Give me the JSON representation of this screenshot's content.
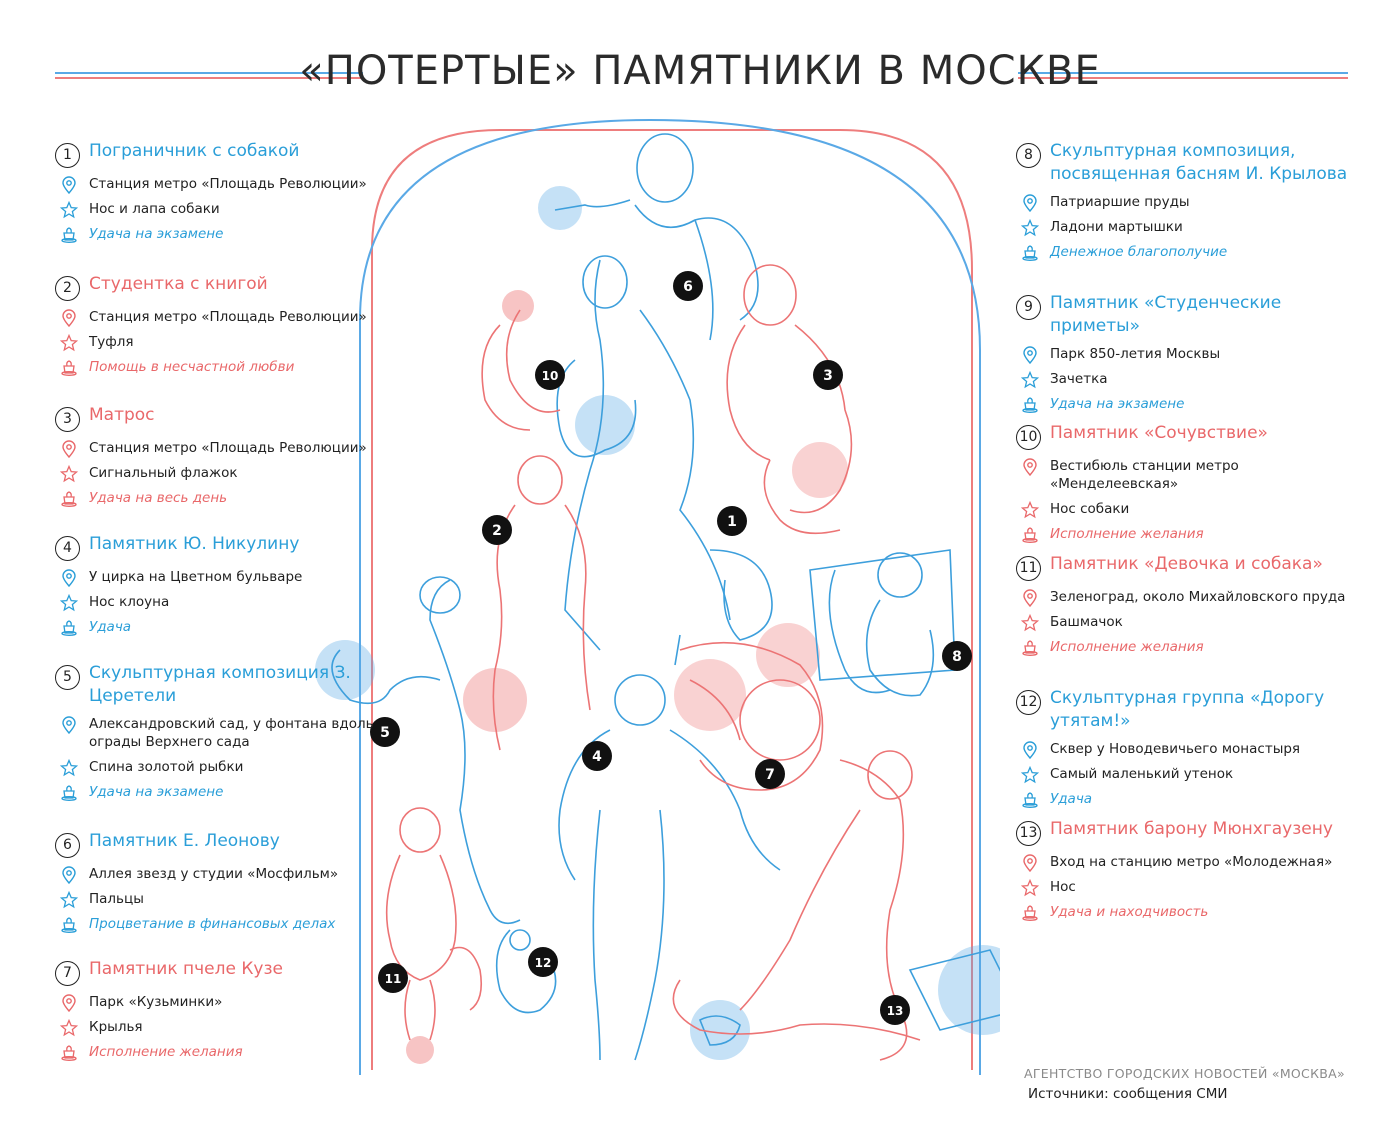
{
  "title": "«ПОТЕРТЫЕ» ПАМЯТНИКИ В МОСКВЕ",
  "colors": {
    "blue": "#2a9ed8",
    "red": "#e9686a",
    "text": "#222222",
    "muted": "#8a8a8a"
  },
  "icons": {
    "location": "map-pin-icon",
    "touch": "star-icon",
    "wish": "magic-hat-icon"
  },
  "entries": [
    {
      "num": "1",
      "name": "Пограничник с собакой",
      "place": "Станция метро «Площадь Революции»",
      "touch": "Нос и лапа собаки",
      "wish": "Удача на экзамене",
      "color": "blue"
    },
    {
      "num": "2",
      "name": "Студентка с книгой",
      "place": "Станция метро «Площадь Революции»",
      "touch": "Туфля",
      "wish": "Помощь в несчастной любви",
      "color": "red"
    },
    {
      "num": "3",
      "name": "Матрос",
      "place": "Станция метро «Площадь Революции»",
      "touch": "Сигнальный флажок",
      "wish": "Удача на весь день",
      "color": "red"
    },
    {
      "num": "4",
      "name": "Памятник Ю. Никулину",
      "place": "У цирка на Цветном бульваре",
      "touch": "Нос клоуна",
      "wish": "Удача",
      "color": "blue"
    },
    {
      "num": "5",
      "name": "Скульптурная композиция З. Церетели",
      "place": "Александровский сад, у фонтана вдоль ограды Верхнего сада",
      "touch": "Спина золотой рыбки",
      "wish": "Удача на экзамене",
      "color": "blue"
    },
    {
      "num": "6",
      "name": "Памятник Е. Леонову",
      "place": "Аллея звезд у студии «Мосфильм»",
      "touch": "Пальцы",
      "wish": "Процветание в финансовых делах",
      "color": "blue"
    },
    {
      "num": "7",
      "name": "Памятник пчеле Кузе",
      "place": "Парк «Кузьминки»",
      "touch": "Крылья",
      "wish": "Исполнение желания",
      "color": "red"
    },
    {
      "num": "8",
      "name": "Скульптурная композиция, посвященная басням И. Крылова",
      "place": "Патриаршие пруды",
      "touch": "Ладони мартышки",
      "wish": "Денежное благополучие",
      "color": "blue"
    },
    {
      "num": "9",
      "name": "Памятник «Студенческие приметы»",
      "place": "Парк 850-летия Москвы",
      "touch": "Зачетка",
      "wish": "Удача на экзамене",
      "color": "blue"
    },
    {
      "num": "10",
      "name": "Памятник «Сочувствие»",
      "place": "Вестибюль станции метро «Менделеевская»",
      "touch": "Нос собаки",
      "wish": "Исполнение желания",
      "color": "red"
    },
    {
      "num": "11",
      "name": "Памятник «Девочка и собака»",
      "place": "Зеленоград, около Михайловского пруда",
      "touch": "Башмачок",
      "wish": "Исполнение желания",
      "color": "red"
    },
    {
      "num": "12",
      "name": "Скульптурная группа «Дорогу утятам!»",
      "place": "Сквер у Новодевичьего монастыря",
      "touch": "Самый маленький утенок",
      "wish": "Удача",
      "color": "blue"
    },
    {
      "num": "13",
      "name": "Памятник барону Мюнхгаузену",
      "place": "Вход на станцию метро «Молодежная»",
      "touch": "Нос",
      "wish": "Удача и находчивость",
      "color": "red"
    }
  ],
  "footer": {
    "org": "АГЕНТСТВО ГОРОДСКИХ НОВОСТЕЙ «МОСКВА»",
    "sources": "Источники: сообщения СМИ"
  }
}
